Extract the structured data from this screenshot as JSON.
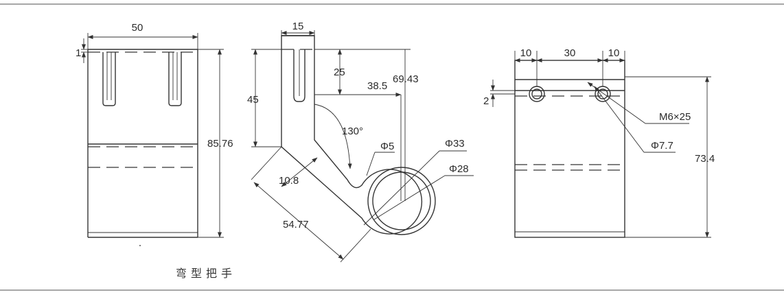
{
  "title": "弯型把手",
  "front_view": {
    "dim_width": "50",
    "dim_top": "1",
    "dim_height": "85.76"
  },
  "side_view": {
    "dim_top_width": "15",
    "dim_slot_depth": "25",
    "dim_upper_height": "45",
    "dim_offset": "38.5",
    "dim_total": "69.43",
    "dim_angle": "130°",
    "dim_fillet": "Φ5",
    "dim_outer_dia": "Φ33",
    "dim_inner_dia": "Φ28",
    "dim_thickness": "10.8",
    "dim_arm_length": "54.77"
  },
  "top_view": {
    "dim_left": "10",
    "dim_middle": "30",
    "dim_right": "10",
    "dim_hole_offset": "2",
    "dim_screw": "M6×25",
    "dim_counterbore": "Φ7.7",
    "dim_height": "73.4"
  }
}
